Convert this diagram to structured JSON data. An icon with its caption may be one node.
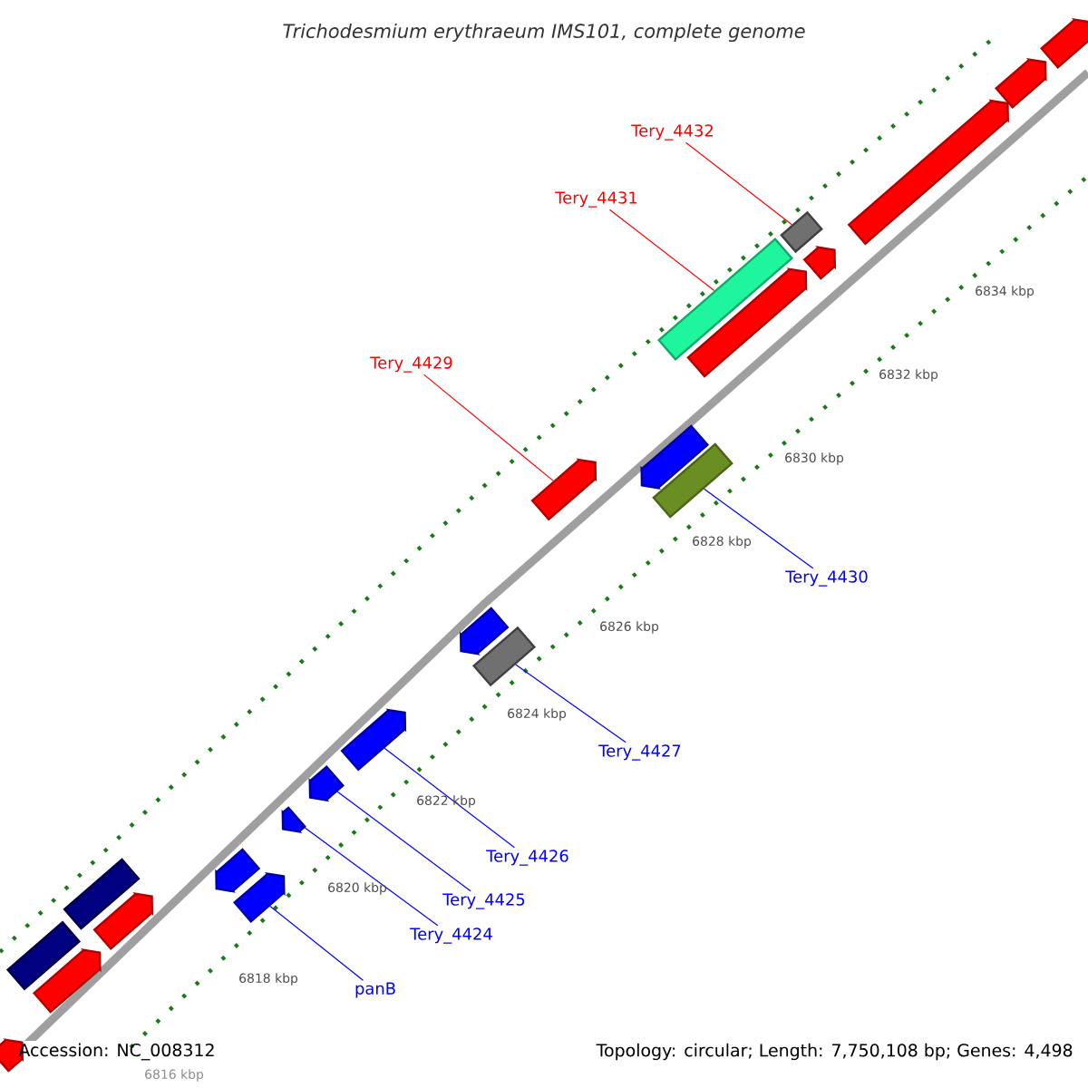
{
  "diagram": {
    "title": "Trichodesmium erythraeum IMS101, complete genome",
    "nodes": [
      {
        "text": [
          "Tery_4432"
        ]
      },
      {
        "text": [
          "Tery_4431"
        ]
      },
      {
        "text": [
          "Tery_4429"
        ]
      },
      {
        "text": [
          "Tery_4430"
        ]
      },
      {
        "text": [
          "Tery_4427"
        ]
      },
      {
        "text": [
          "Tery_4426"
        ]
      },
      {
        "text": [
          "Tery_4425"
        ]
      },
      {
        "text": [
          "Tery_4424"
        ]
      },
      {
        "text": [
          "panB"
        ]
      },
      {
        "text": [],
        "shape": "pentagon"
      },
      {
        "text": [],
        "shape": "box"
      },
      {
        "text": [],
        "shape": "pentagon"
      },
      {
        "text": [],
        "shape": "box"
      },
      {
        "text": [],
        "shape": "pentagon"
      },
      {
        "text": [],
        "shape": "pentagon"
      },
      {
        "text": [],
        "shape": "pentagon"
      },
      {
        "text": [],
        "shape": "pentagon"
      },
      {
        "text": [],
        "shape": "pentagon"
      },
      {
        "text": [],
        "shape": "pentagon"
      },
      {
        "text": [],
        "shape": "pentagon"
      },
      {
        "text": [],
        "shape": "box"
      },
      {
        "text": [],
        "shape": "pentagon"
      },
      {
        "text": [],
        "shape": "pentagon"
      },
      {
        "text": [],
        "shape": "box"
      },
      {
        "text": [],
        "shape": "box"
      },
      {
        "text": [],
        "shape": "pentagon"
      },
      {
        "text": [],
        "shape": "box"
      },
      {
        "text": [],
        "shape": "pentagon"
      },
      {
        "text": [],
        "shape": "pentagon"
      },
      {
        "text": [],
        "shape": "pentagon"
      },
      {
        "text": [],
        "shape": "pentagon"
      }
    ],
    "edges": [
      {
        "from": 0,
        "to": 26,
        "arrow": "none",
        "color": "#ff0000"
      },
      {
        "from": 1,
        "to": 24,
        "arrow": "none",
        "color": "#ff0000"
      },
      {
        "from": 2,
        "to": 21,
        "arrow": "none",
        "color": "#ff0000"
      },
      {
        "from": 3,
        "to": 23,
        "arrow": "none"
      },
      {
        "from": 4,
        "to": 20,
        "arrow": "none"
      },
      {
        "from": 5,
        "to": 18,
        "arrow": "none"
      },
      {
        "from": 6,
        "to": 17,
        "arrow": "none"
      },
      {
        "from": 7,
        "to": 16,
        "arrow": "none"
      },
      {
        "from": 8,
        "to": 15,
        "arrow": "none"
      }
    ],
    "labels": [
      "6834 kbp",
      "6832 kbp",
      "6830 kbp",
      "6828 kbp",
      "6826 kbp",
      "6824 kbp",
      "6822 kbp",
      "6820 kbp",
      "6818 kbp",
      "6816 kbp",
      "Accession: NC_008312",
      "Topology: circular; Length: 7,750,108 bp; Genes: 4,498"
    ]
  }
}
